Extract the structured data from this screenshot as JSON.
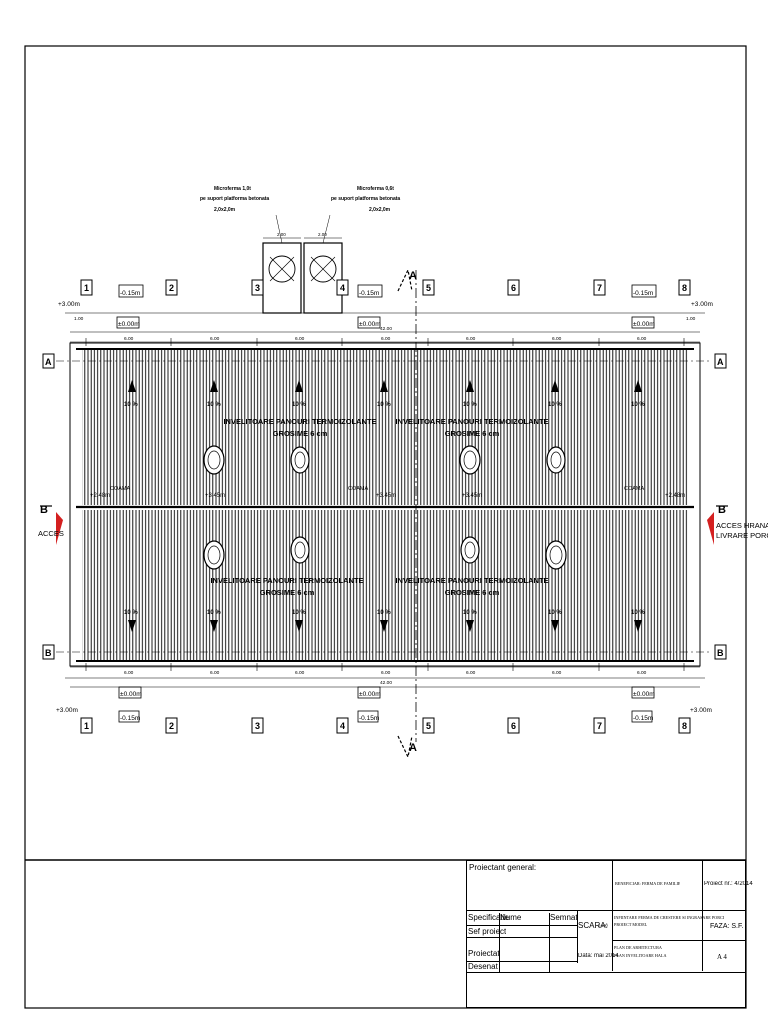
{
  "units": {
    "equipment_left": [
      "Microferma 1,0t",
      "pe suport platforma betonata",
      "2,0x2,0m"
    ],
    "equipment_right": [
      "Microferma 0,6t",
      "pe suport platforma betonata",
      "2,0x2,0m"
    ],
    "equipment_dim": "2.00"
  },
  "axes": {
    "numbers": [
      "1",
      "2",
      "3",
      "4",
      "5",
      "6",
      "7",
      "8"
    ],
    "letters": [
      "A",
      "B"
    ],
    "section_marker": "A"
  },
  "levels": {
    "minus_015": "-0.15m",
    "plus_000": "±0.00m",
    "plus_300": "+3.00m",
    "plus_248": "+2.48m",
    "plus_345": "+3.45m"
  },
  "dimensions": {
    "bay": "6.00",
    "total": "42.00",
    "edge": "1.00"
  },
  "slope_label": "10 %",
  "roof_labels": [
    "INVELITOARE PANOURI TERMOIZOLANTE",
    "GROSIME 6 cm"
  ],
  "ridge_label": "COAMA",
  "access": {
    "left": "ACCES",
    "right_line1": "ACCES HRANA",
    "right_line2": "LIVRARE PORCI",
    "arrow_letter": "B"
  },
  "title_block": {
    "proiectant": "Proiectant general:",
    "beneficiar": "BENEFICIAR: FERMA DE FAMILIE",
    "proiect_nr": "Proiect nr.: 4/2014",
    "specificatie": "Specificatie",
    "nume": "Nume",
    "semnatura": "Semnatura",
    "scara_label": "SCARA:",
    "scara_value": "1:100",
    "titlu_proiect": [
      "INFIINTARE FERMA DE CRESTERE SI INGRASARE PORCI",
      "PROIECT MODEL"
    ],
    "faza": "FAZA: S.F.",
    "sef_proiect": "Sef proiect",
    "proiectat": "Proiectat",
    "desenat": "Desenat",
    "data": "Data: mai 2014",
    "plansa": [
      "PLAN DE ARHITECTURA",
      "PLAN INVELITOARE HALA"
    ],
    "plansa_nr": "A 4"
  }
}
